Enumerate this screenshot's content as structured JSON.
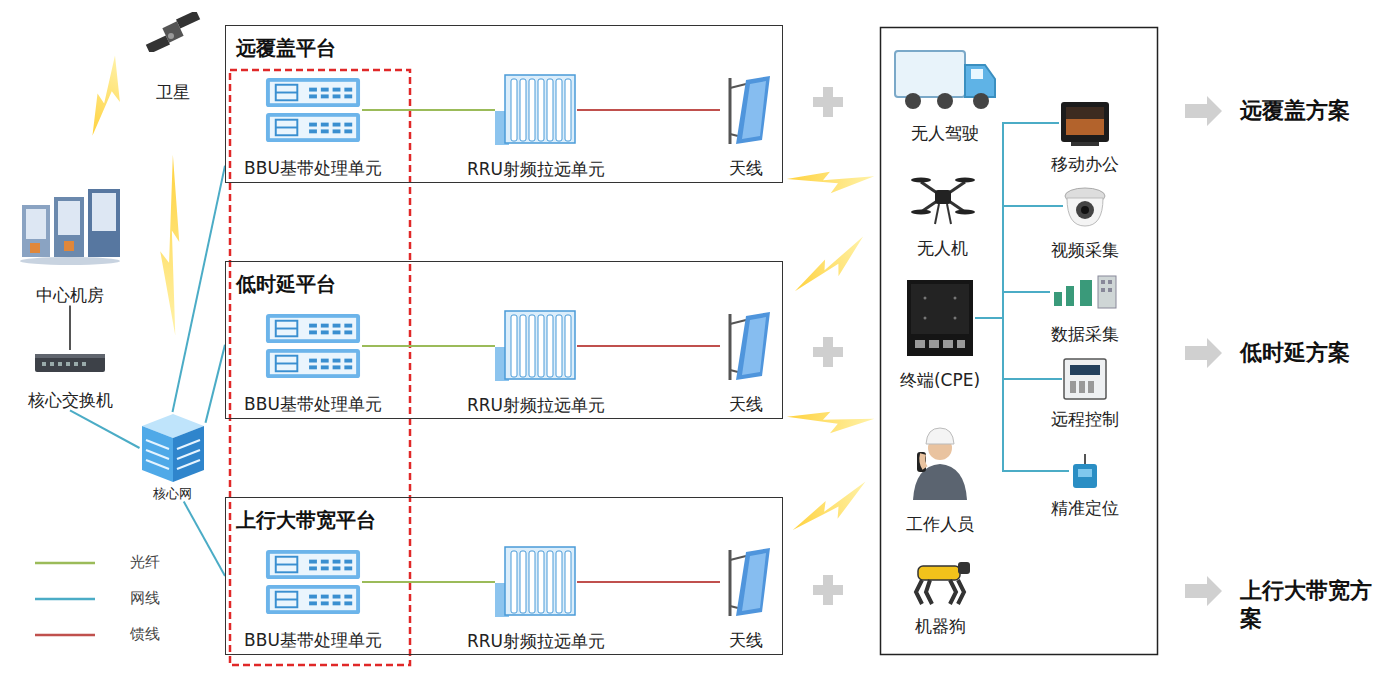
{
  "diagram": {
    "nodes": [
      {
        "text": [
          "卫星"
        ]
      },
      {
        "text": [
          "中心机房"
        ]
      },
      {
        "text": [
          "核心交换机"
        ]
      },
      {
        "text": [
          "核心网"
        ]
      },
      {
        "text": [
          "远覆盖平台"
        ]
      },
      {
        "text": [
          "BBU基带处理单元"
        ],
        "in": 4
      },
      {
        "text": [
          "RRU射频拉远单元"
        ],
        "in": 4
      },
      {
        "text": [
          "天线"
        ],
        "in": 4
      },
      {
        "text": [
          "低时延平台"
        ]
      },
      {
        "text": [
          "BBU基带处理单元"
        ],
        "in": 8
      },
      {
        "text": [
          "RRU射频拉远单元"
        ],
        "in": 8
      },
      {
        "text": [
          "天线"
        ],
        "in": 8
      },
      {
        "text": [
          "上行大带宽平台"
        ]
      },
      {
        "text": [
          "BBU基带处理单元"
        ],
        "in": 12
      },
      {
        "text": [
          "RRU射频拉远单元"
        ],
        "in": 12
      },
      {
        "text": [
          "天线"
        ],
        "in": 12
      },
      {
        "text": [
          "无人驾驶"
        ]
      },
      {
        "text": [
          "无人机"
        ]
      },
      {
        "text": [
          "终端(CPE)"
        ]
      },
      {
        "text": [
          "工作人员"
        ]
      },
      {
        "text": [
          "机器狗"
        ]
      },
      {
        "text": [
          "移动办公"
        ]
      },
      {
        "text": [
          "视频采集"
        ]
      },
      {
        "text": [
          "数据采集"
        ]
      },
      {
        "text": [
          "远程控制"
        ]
      },
      {
        "text": [
          "精准定位"
        ]
      }
    ],
    "edges": [
      {
        "from": 1,
        "to": 2,
        "arrow": "none"
      },
      {
        "from": 2,
        "to": 3,
        "arrow": "none"
      },
      {
        "from": 3,
        "to": 4,
        "arrow": "none"
      },
      {
        "from": 3,
        "to": 8,
        "arrow": "none"
      },
      {
        "from": 3,
        "to": 12,
        "arrow": "none"
      },
      {
        "from": 5,
        "to": 6,
        "arrow": "none"
      },
      {
        "from": 6,
        "to": 7,
        "arrow": "none"
      },
      {
        "from": 9,
        "to": 10,
        "arrow": "none"
      },
      {
        "from": 10,
        "to": 11,
        "arrow": "none"
      },
      {
        "from": 13,
        "to": 14,
        "arrow": "none"
      },
      {
        "from": 14,
        "to": 15,
        "arrow": "none"
      },
      {
        "from": 18,
        "to": 21,
        "arrow": "none"
      },
      {
        "from": 18,
        "to": 22,
        "arrow": "none"
      },
      {
        "from": 18,
        "to": 23,
        "arrow": "none"
      },
      {
        "from": 18,
        "to": 24,
        "arrow": "none"
      },
      {
        "from": 18,
        "to": 25,
        "arrow": "none"
      }
    ],
    "labels": [
      "远覆盖方案",
      "低时延方案",
      "上行大带宽方案"
    ],
    "legend": [
      {
        "text": "光纤",
        "color": "#9bbb59"
      },
      {
        "text": "网线",
        "color": "#4bacc6"
      },
      {
        "text": "馈线",
        "color": "#c0504d"
      }
    ]
  }
}
